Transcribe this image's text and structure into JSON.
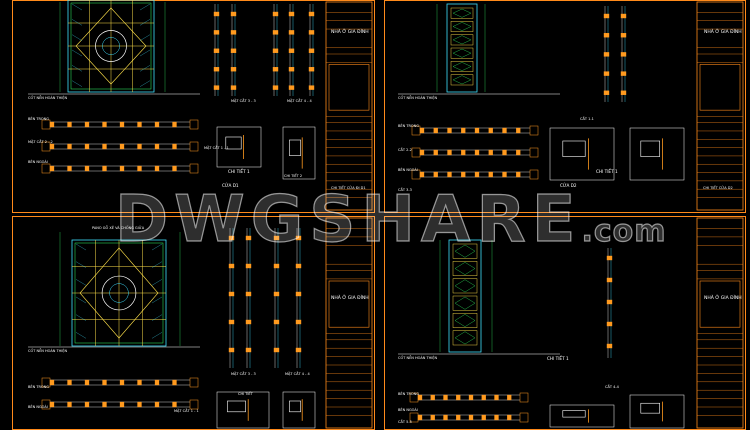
{
  "watermark": {
    "main": "DWGSHARE",
    "suffix": ".com"
  },
  "colors": {
    "frame": "#ff8a1a",
    "cyan": "#3fe0ff",
    "green": "#33ff66",
    "yellow": "#ffe14a",
    "orange": "#ff9a1f",
    "white": "#ffffff"
  },
  "sheets": [
    {
      "name": "sheet-top-left",
      "labels": {
        "cos_nen": "CỐT NỀN HOÀN THIỆN",
        "section_a": "MẶT CẮT 3 - 3",
        "section_b": "MẶT CẮT 4 - 4",
        "ben_trong": "BÊN TRONG",
        "ben_ngoai": "BÊN NGOÀI",
        "mat_cat_1": "MẶT CẮT 1 - 1",
        "mat_cat_2": "MẶT CẮT 2 - 2",
        "chi_tiet": "CHI TIẾT 1",
        "chi_tiet_2": "CHI TIẾT 2",
        "cua_title": "CỬA D1",
        "cua_detail": "CHI TIẾT CỬA ĐI D1",
        "owner": "NHÀ Ở GIA ĐÌNH",
        "note": "CHI TIẾT"
      }
    },
    {
      "name": "sheet-top-right",
      "labels": {
        "cos_nen": "CỐT NỀN HOÀN THIỆN",
        "ben_trong": "BÊN TRONG",
        "ben_ngoai": "BÊN NGOÀI",
        "mat_cat_1": "CẮT 1-1",
        "mat_cat_2": "CẮT 2-2",
        "mat_cat_3": "CẮT 3-3",
        "chi_tiet": "CHI TIẾT 1",
        "cua_title": "CỬA D2",
        "cua_detail": "CHI TIẾT CỬA D2",
        "owner": "NHÀ Ở GIA ĐÌNH",
        "note": "CHI TIẾT"
      }
    },
    {
      "name": "sheet-bottom-left",
      "labels": {
        "top_note": "PANO GỖ XẺ VÀ CHỐNG GIỮA",
        "cos_nen": "CỐT NỀN HOÀN THIỆN",
        "section_a": "MẶT CẮT 3 - 3",
        "section_b": "MẶT CẮT 4 - 4",
        "ben_trong": "BÊN TRONG",
        "ben_ngoai": "BÊN NGOÀI",
        "mat_cat_1": "MẶT CẮT 1 - 1",
        "chi_tiet": "CHI TIẾT",
        "owner": "NHÀ Ở GIA ĐÌNH"
      }
    },
    {
      "name": "sheet-bottom-right",
      "labels": {
        "cos_nen": "CỐT NỀN HOÀN THIỆN",
        "ben_trong": "BÊN TRONG",
        "ben_ngoai": "BÊN NGOÀI",
        "chi_tiet": "CHI TIẾT 1",
        "mat_cat_1": "CẮT 4-4",
        "mat_cat_2": "CẮT 5-5",
        "owner": "NHÀ Ở GIA ĐÌNH",
        "note": "CHI TIẾT"
      }
    }
  ]
}
